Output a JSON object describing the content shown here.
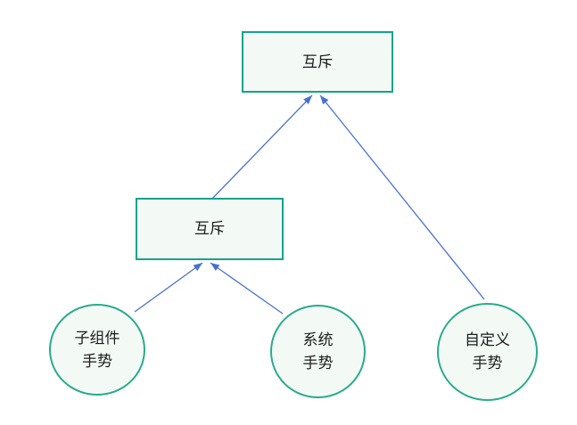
{
  "colors": {
    "background": "#ffffff",
    "node_border": "#14a38b",
    "circle_border": "#29ab8c",
    "node_fill": "#f3faf5",
    "edge": "#4a6fd4",
    "text": "#1c1c1c"
  },
  "nodes": {
    "top_mutex": {
      "shape": "rect",
      "label": "互斥"
    },
    "mid_mutex": {
      "shape": "rect",
      "label": "互斥"
    },
    "child_gesture": {
      "shape": "circle",
      "line1": "子组件",
      "line2": "手势"
    },
    "system_gesture": {
      "shape": "circle",
      "line1": "系统",
      "line2": "手势"
    },
    "custom_gesture": {
      "shape": "circle",
      "line1": "自定义",
      "line2": "手势"
    }
  },
  "edges": [
    {
      "from": "mid_mutex",
      "to": "top_mutex"
    },
    {
      "from": "custom_gesture",
      "to": "top_mutex"
    },
    {
      "from": "child_gesture",
      "to": "mid_mutex"
    },
    {
      "from": "system_gesture",
      "to": "mid_mutex"
    }
  ]
}
